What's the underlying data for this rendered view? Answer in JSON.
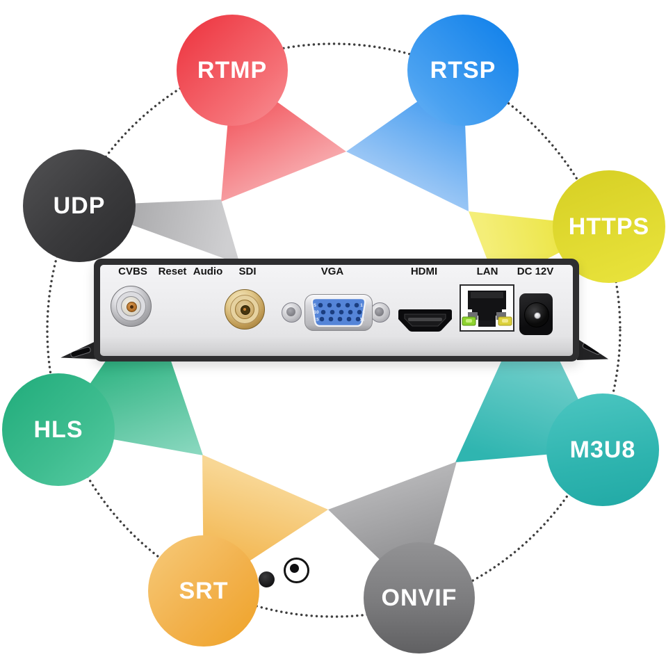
{
  "protocols": [
    {
      "label": "RTMP",
      "color": "#ee3840"
    },
    {
      "label": "RTSP",
      "color": "#1583eb"
    },
    {
      "label": "UDP",
      "color": "#3a3a3c"
    },
    {
      "label": "HTTPS",
      "color": "#ddd72b"
    },
    {
      "label": "HLS",
      "color": "#2fb686"
    },
    {
      "label": "M3U8",
      "color": "#2fb5b0"
    },
    {
      "label": "SRT",
      "color": "#f2b14c"
    },
    {
      "label": "ONVIF",
      "color": "#7b7b7d"
    }
  ],
  "device": {
    "port_labels": [
      "CVBS",
      "Reset",
      "Audio",
      "SDI",
      "VGA",
      "HDMI",
      "LAN",
      "DC 12V"
    ],
    "vga_pins": [
      "5",
      "1",
      "10",
      "6",
      "15",
      "11"
    ]
  }
}
